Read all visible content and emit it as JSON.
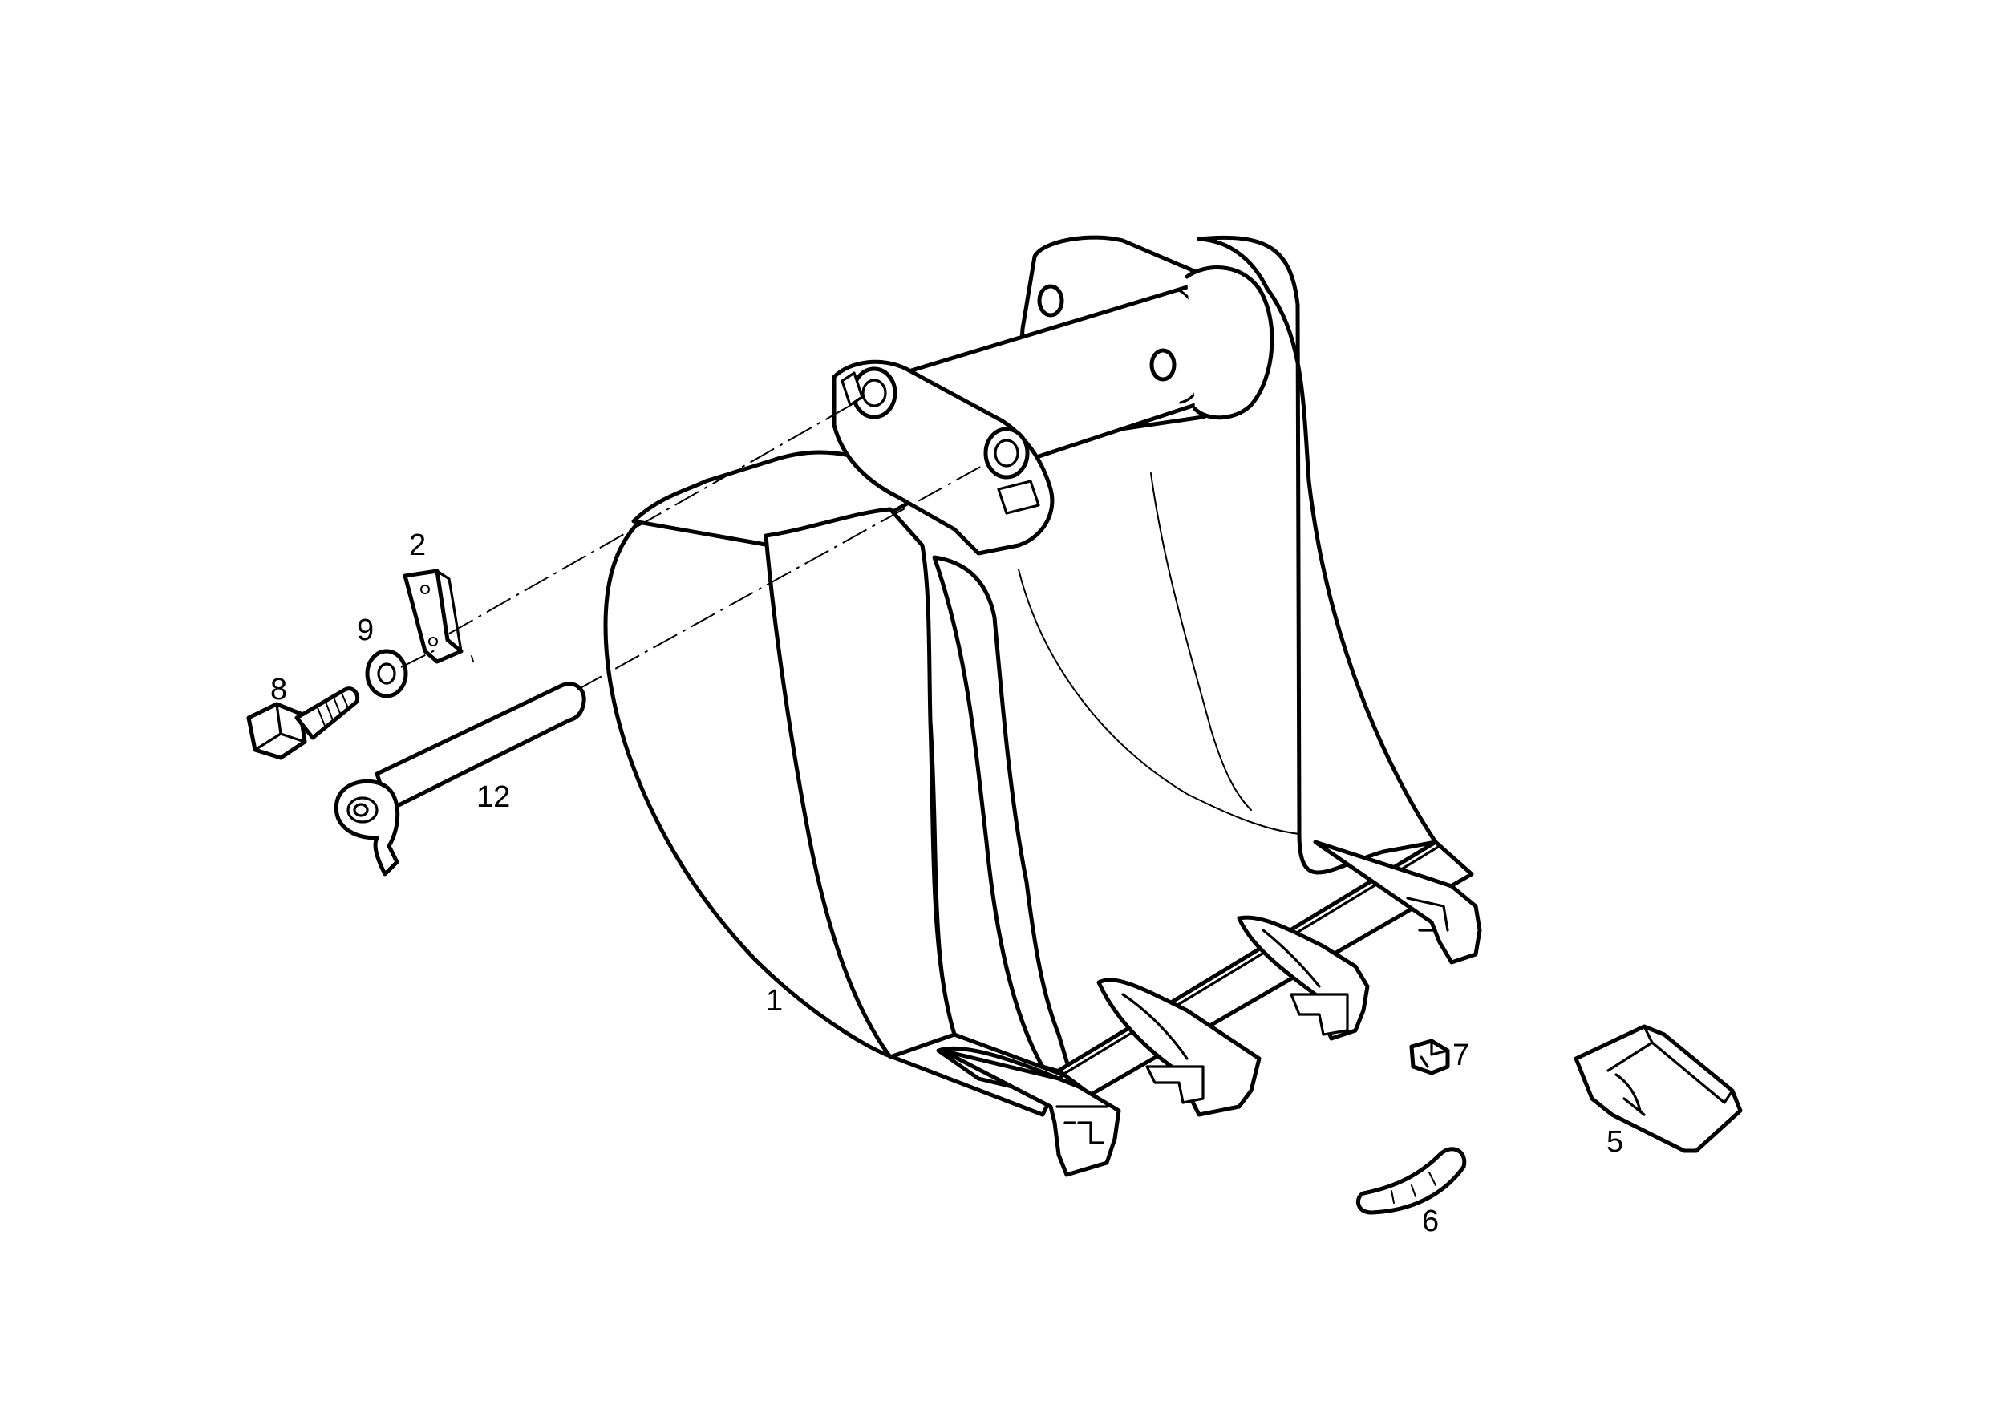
{
  "diagram": {
    "type": "exploded-parts-drawing",
    "subject": "excavator bucket assembly",
    "colors": {
      "ink": "#000000",
      "paper": "#ffffff"
    },
    "callouts": [
      {
        "id": "c1",
        "label": "1"
      },
      {
        "id": "c2",
        "label": "2"
      },
      {
        "id": "c5",
        "label": "5"
      },
      {
        "id": "c6",
        "label": "6"
      },
      {
        "id": "c7",
        "label": "7"
      },
      {
        "id": "c8",
        "label": "8"
      },
      {
        "id": "c9",
        "label": "9"
      },
      {
        "id": "c12",
        "label": "12"
      }
    ]
  }
}
